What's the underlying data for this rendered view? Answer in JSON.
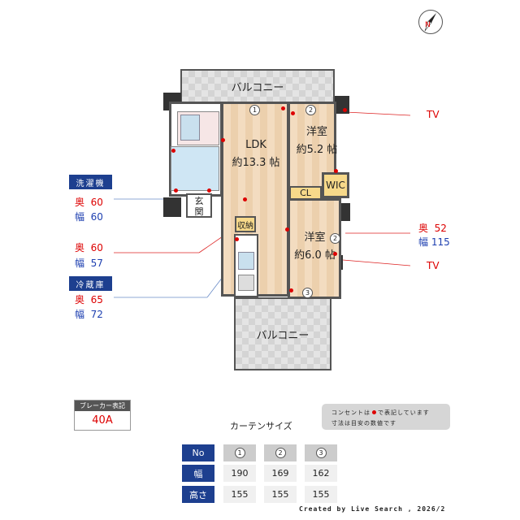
{
  "compass": {
    "icon": "north-arrow-icon",
    "label": "N"
  },
  "rooms": {
    "balcony_top": "バルコニー",
    "balcony_bottom": "バルコニー",
    "ldk": {
      "name": "LDK",
      "size": "約13.3 帖"
    },
    "bedroom1": {
      "name": "洋室",
      "size": "約5.2 帖"
    },
    "bedroom2": {
      "name": "洋室",
      "size": "約6.0 帖"
    },
    "wic": "WIC",
    "cl": "CL",
    "entrance": "玄関",
    "storage": "収納"
  },
  "window_numbers": [
    "1",
    "2",
    "2",
    "3"
  ],
  "left_notes": {
    "washer": {
      "title": "洗濯機",
      "depth_label": "奥",
      "depth": "60",
      "width_label": "幅",
      "width": "60"
    },
    "space": {
      "depth_label": "奥",
      "depth": "60",
      "width_label": "幅",
      "width": "57"
    },
    "fridge": {
      "title": "冷蔵庫",
      "depth_label": "奥",
      "depth": "65",
      "width_label": "幅",
      "width": "72"
    }
  },
  "right_notes": {
    "tv1": "TV",
    "tv2": "TV",
    "window": {
      "depth_label": "奥",
      "depth": "52",
      "width_label": "幅",
      "width": "115"
    }
  },
  "breaker": {
    "title": "ブレーカー表記",
    "value": "40A"
  },
  "note": {
    "line1a": "コンセントは",
    "line1b": "で表記しています",
    "line2": "寸法は目安の数値です",
    "outlet_color": "#dd0000"
  },
  "curtain": {
    "title": "カーテンサイズ",
    "headers": [
      "No",
      "幅",
      "高さ"
    ],
    "columns": [
      {
        "no": "1",
        "width": "190",
        "height": "155"
      },
      {
        "no": "2",
        "width": "169",
        "height": "155"
      },
      {
        "no": "3",
        "width": "162",
        "height": "155"
      }
    ]
  },
  "credit": "Created by Live Search , 2026/2",
  "colors": {
    "accent": "#1d3f8f",
    "outlet": "#dd0000",
    "wood": "#f3dcc0"
  }
}
